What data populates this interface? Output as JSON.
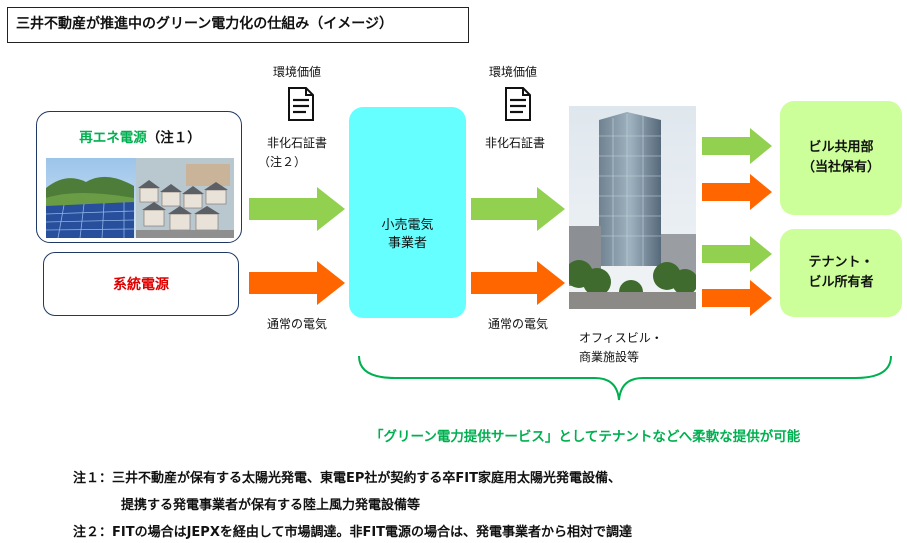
{
  "title": "三井不動産が推進中のグリーン電力化の仕組み（イメージ）",
  "source_box": {
    "label_main": "再エネ電源",
    "label_note": "（注１）"
  },
  "grid_source": "系統電源",
  "env_value_1": "環境価値",
  "certificate_1": "非化石証書",
  "certificate_note": "（注２）",
  "normal_power_1": "通常の電気",
  "retailer": {
    "line1": "小売電気",
    "line2": "事業者"
  },
  "env_value_2": "環境価値",
  "certificate_2": "非化石証書",
  "normal_power_2": "通常の電気",
  "building": {
    "line1": "オフィスビル・",
    "line2": "商業施設等"
  },
  "common_area": {
    "line1": "ビル共用部",
    "line2": "（当社保有）"
  },
  "tenant": {
    "line1": "テナント・",
    "line2": "ビル所有者"
  },
  "service_text": "「グリーン電力提供サービス」としてテナントなどへ柔軟な提供が可能",
  "notes": {
    "n1_line1": "注１：三井不動産が保有する太陽光発電、東電EP社が契約する卒FIT家庭用太陽光発電設備、",
    "n1_line2": "提携する発電事業者が保有する陸上風力発電設備等",
    "n2": "注２：FITの場合はJEPXを経由して市場調達。非FIT電源の場合は、発電事業者から相対で調達"
  },
  "colors": {
    "green_arrow": "#92d050",
    "orange_arrow": "#ff6600",
    "retailer_fill": "#66ffff",
    "consumer_fill": "#ccff99",
    "brace": "#00b050",
    "grid_text": "#e00000",
    "source_title": "#00b050"
  },
  "icons": [
    "document-icon",
    "document-icon"
  ]
}
